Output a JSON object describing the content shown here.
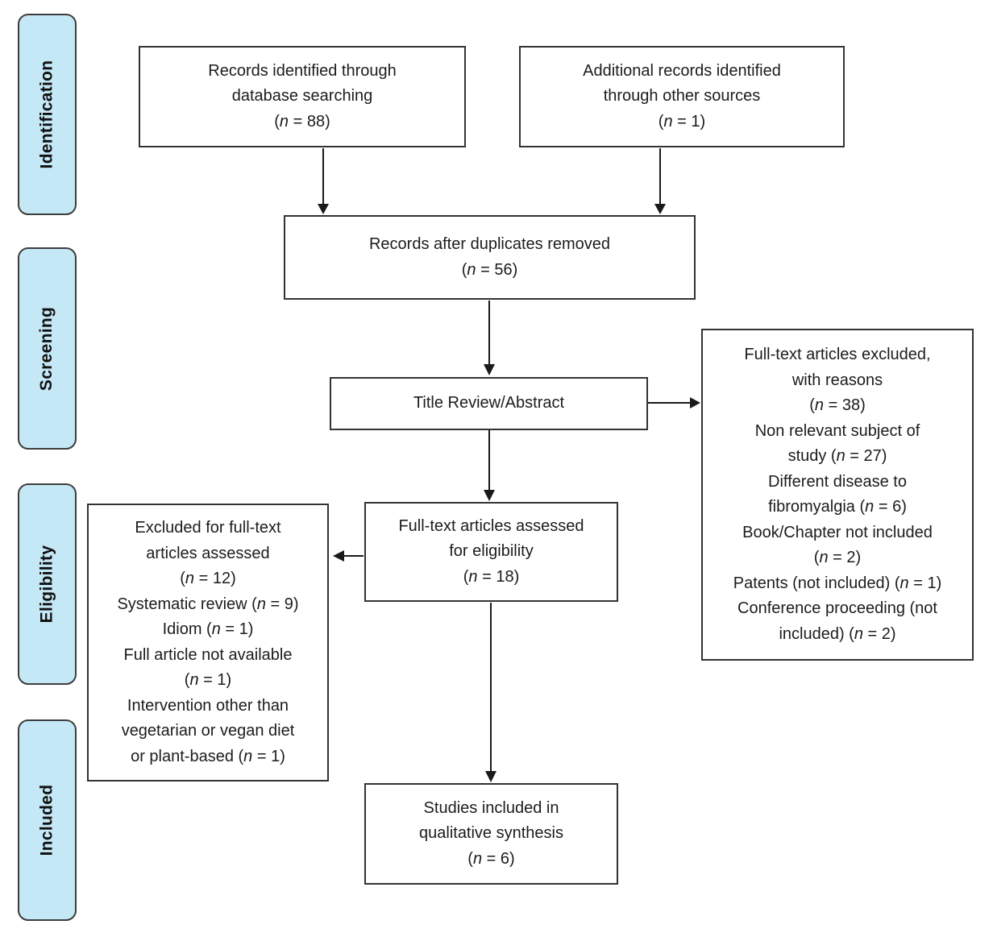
{
  "stages": [
    {
      "label": "Identification"
    },
    {
      "label": "Screening"
    },
    {
      "label": "Eligibility"
    },
    {
      "label": "Included"
    }
  ],
  "boxes": {
    "records_identified": {
      "lines": [
        "Records identified through",
        "database searching",
        "(n = 88)"
      ]
    },
    "additional_records": {
      "lines": [
        "Additional records identified",
        "through other sources",
        "(n = 1)"
      ]
    },
    "duplicates_removed": {
      "lines": [
        "Records after duplicates removed",
        "(n = 56)"
      ]
    },
    "title_review": {
      "lines": [
        "Title Review/Abstract"
      ]
    },
    "fulltext_excluded": {
      "lines": [
        "Full-text articles excluded,",
        "with reasons",
        "(n = 38)",
        "Non relevant subject of",
        "study (n = 27)",
        "Different disease to",
        "fibromyalgia (n = 6)",
        "Book/Chapter not included",
        "(n = 2)",
        "Patents (not included) (n = 1)",
        "Conference proceeding (not",
        "included) (n = 2)"
      ]
    },
    "fulltext_assessed": {
      "lines": [
        "Full-text articles assessed",
        "for eligibility",
        "(n = 18)"
      ]
    },
    "excluded_fulltext": {
      "lines": [
        "Excluded for full-text",
        "articles assessed",
        "(n = 12)",
        "Systematic review (n = 9)",
        "Idiom (n = 1)",
        "Full article not available",
        "(n = 1)",
        "Intervention other than",
        "vegetarian or vegan diet",
        "or plant-based (n = 1)"
      ]
    },
    "studies_included": {
      "lines": [
        "Studies included in",
        "qualitative synthesis",
        "(n = 6)"
      ]
    }
  },
  "colors": {
    "stage_fill": "#C5E8F7",
    "stage_border": "#3D3D3D",
    "box_border": "#333333",
    "arrow": "#1A1A1A",
    "text": "#1C1C1C",
    "background": "#FFFFFF"
  }
}
